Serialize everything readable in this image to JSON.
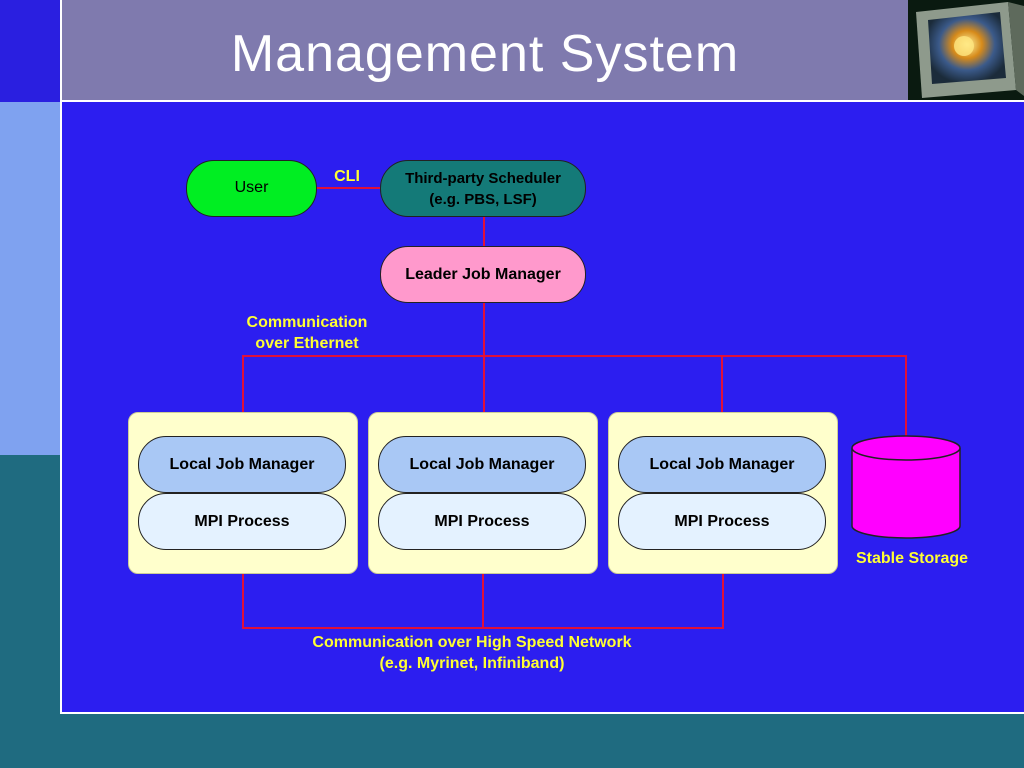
{
  "slide": {
    "title": "Management System"
  },
  "diagram": {
    "user": "User",
    "cli": "CLI",
    "scheduler": [
      "Third-party Scheduler",
      "(e.g. PBS, LSF)"
    ],
    "leader": "Leader Job Manager",
    "ethernet": [
      "Communication",
      "over Ethernet"
    ],
    "nodes": [
      {
        "ljm": "Local Job Manager",
        "mpi": "MPI Process"
      },
      {
        "ljm": "Local Job Manager",
        "mpi": "MPI Process"
      },
      {
        "ljm": "Local Job Manager",
        "mpi": "MPI Process"
      }
    ],
    "storage": "Stable Storage",
    "network": [
      "Communication over High Speed Network",
      "(e.g. Myrinet, Infiniband)"
    ],
    "colors": {
      "line": "#e0103a",
      "user": "#00ee22",
      "scheduler": "#147a78",
      "leader": "#ff99cc",
      "local_manager": "#a9c8f5",
      "mpi": "#e4f2ff",
      "node_card": "#ffffcc",
      "storage": "#ff00ff",
      "label": "#ffff33"
    }
  }
}
